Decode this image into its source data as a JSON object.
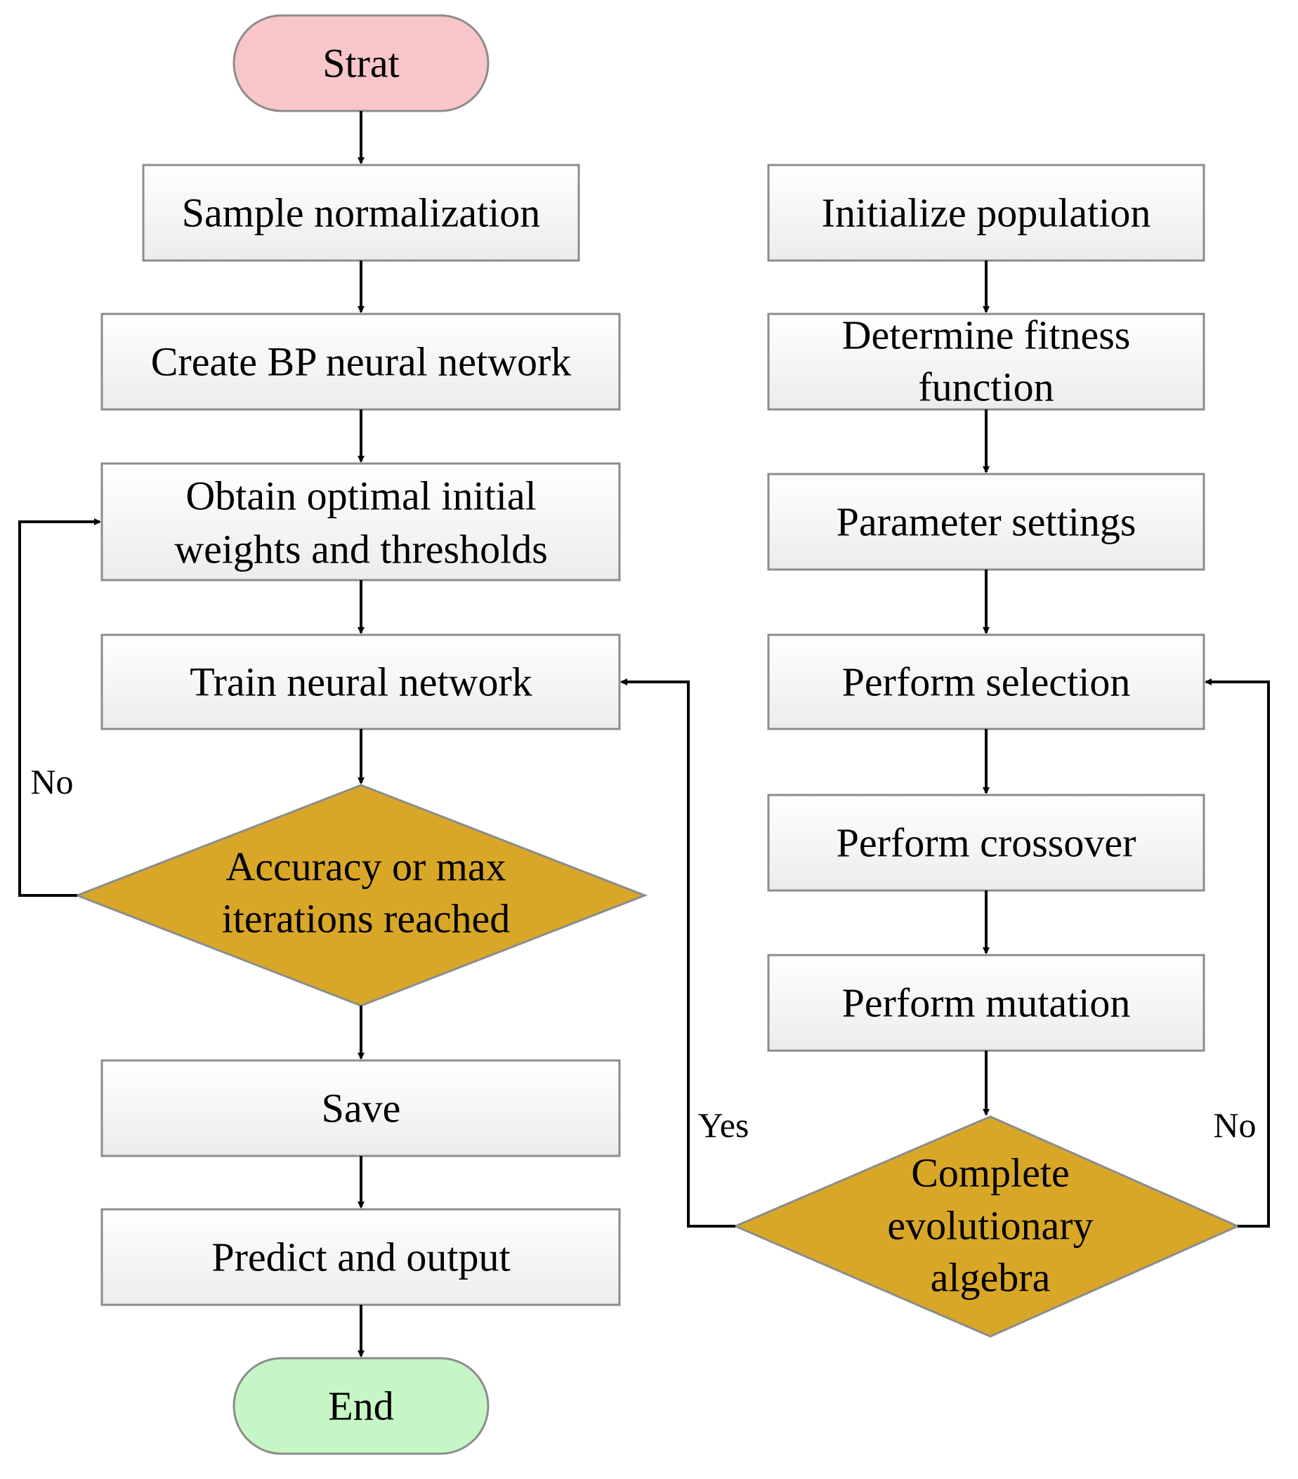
{
  "nodes": {
    "start": {
      "label": "Strat"
    },
    "sample_normalization": {
      "label": "Sample normalization"
    },
    "create_bp": {
      "label": "Create BP neural network"
    },
    "obtain_weights": {
      "lines": [
        "Obtain optimal initial",
        "weights and thresholds"
      ]
    },
    "train_network": {
      "label": "Train  neural network"
    },
    "accuracy_decision": {
      "lines": [
        "Accuracy or max",
        "iterations reached"
      ]
    },
    "save": {
      "label": "Save"
    },
    "predict_output": {
      "label": "Predict and output"
    },
    "end": {
      "label": "End"
    },
    "init_population": {
      "label": "Initialize  population"
    },
    "fitness_function": {
      "lines": [
        "Determine fitness",
        "function"
      ]
    },
    "parameter_settings": {
      "label": "Parameter settings"
    },
    "perform_selection": {
      "label": "Perform selection"
    },
    "perform_crossover": {
      "label": "Perform crossover"
    },
    "perform_mutation": {
      "label": "Perform mutation"
    },
    "evolution_decision": {
      "lines": [
        "Complete",
        "evolutionary",
        "algebra"
      ]
    }
  },
  "edge_labels": {
    "accuracy_no": "No",
    "evolution_yes": "Yes",
    "evolution_no": "No"
  },
  "colors": {
    "start_fill": "#f8c6c8",
    "end_fill": "#c6f5c6",
    "decision_fill": "#d9a728",
    "process_fill_top": "#ffffff",
    "process_fill_bottom": "#ececec"
  }
}
